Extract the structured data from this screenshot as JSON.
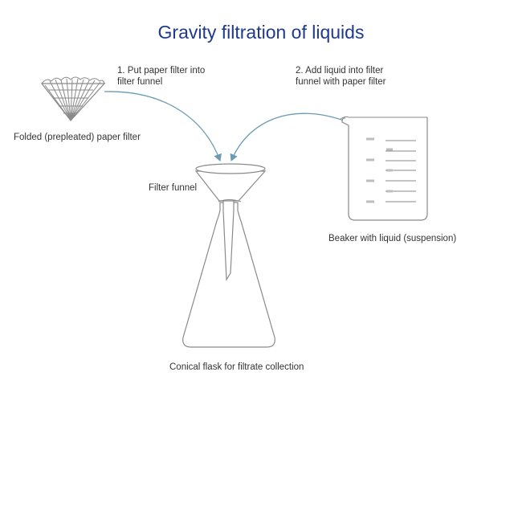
{
  "diagram": {
    "title": "Gravity filtration of liquids",
    "steps": [
      {
        "line1": "1. Put paper filter into",
        "line2": "filter funnel"
      },
      {
        "line1": "2. Add liquid into filter",
        "line2": "funnel with paper filter"
      }
    ],
    "labels": {
      "paper_filter": "Folded (prepleated) paper filter",
      "funnel": "Filter funnel",
      "beaker": "Beaker with liquid (suspension)",
      "flask": "Conical flask for filtrate collection"
    },
    "colors": {
      "title": "#1f3a8a",
      "liquid": "#cfe6f3",
      "arrow": "#6a9bb3",
      "glass_outline": "#8a8a8a",
      "beaker_marks": "#bdbdbd"
    }
  }
}
